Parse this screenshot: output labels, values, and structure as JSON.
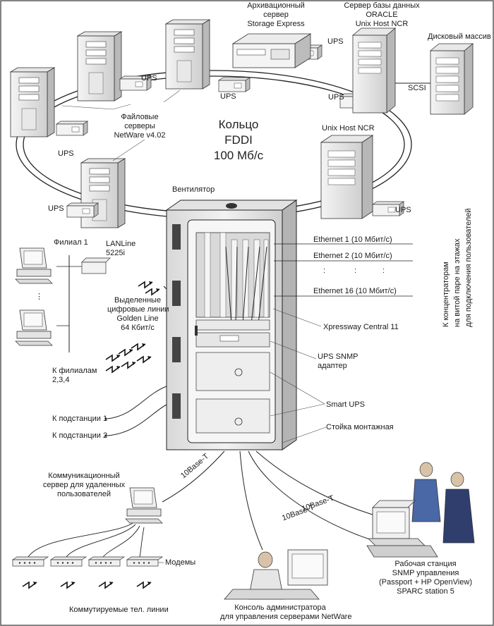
{
  "ring": {
    "line1": "Кольцо",
    "line2": "FDDI",
    "line3": "100 Мб/с"
  },
  "archive_server": {
    "line1": "Архивационный",
    "line2": "сервер",
    "line3": "Storage Express"
  },
  "db_server": {
    "line1": "Сервер базы данных",
    "line2": "ORACLE",
    "line3": "Unix Host NCR"
  },
  "disk_array": "Дисковый массив",
  "scsi": "SCSI",
  "file_servers": {
    "line1": "Файловые",
    "line2": "серверы",
    "line3": "NetWare v4.02"
  },
  "unix_host": "Unix Host NCR",
  "ups": "UPS",
  "fan": "Вентилятор",
  "branch1": "Филиал 1",
  "lanline": {
    "line1": "LANLine",
    "line2": "5225i"
  },
  "dedicated_lines": {
    "line1": "Выделенные",
    "line2": "цифровые линии",
    "line3": "Golden Line",
    "line4": "64 Кбит/с"
  },
  "to_branches": {
    "line1": "К филиалам",
    "line2": "2,3,4"
  },
  "substation1": "К подстанции 1",
  "substation2": "К подстанции 2",
  "ethernet": [
    "Ethernet 1 (10 Мбит/с)",
    "Ethernet 2 (10 Мбит/с)",
    "Ethernet 16 (10 Мбит/с)"
  ],
  "ethernet_dots": ":",
  "concentrators": {
    "line1": "К концентраторам",
    "line2": "на витой паре на этажах",
    "line3": "для подключения пользователей"
  },
  "xpressway": "Xpressway Central 11",
  "ups_snmp": {
    "line1": "UPS SNMP",
    "line2": "адаптер"
  },
  "smart_ups": "Smart UPS",
  "rack": "Стойка монтажная",
  "comm_server": {
    "line1": "Коммуникационный",
    "line2": "сервер для удаленных",
    "line3": "пользователей"
  },
  "base_t": "10Base-T",
  "modems": "Модемы",
  "dialup": "Коммутируемые тел. линии",
  "console": {
    "line1": "Консоль администратора",
    "line2": "для управления серверами NetWare"
  },
  "workstation": {
    "line1": "Рабочая станция",
    "line2": "SNMP управления",
    "line3": "(Passport + HP OpenView)",
    "line4": "SPARC station 5"
  }
}
